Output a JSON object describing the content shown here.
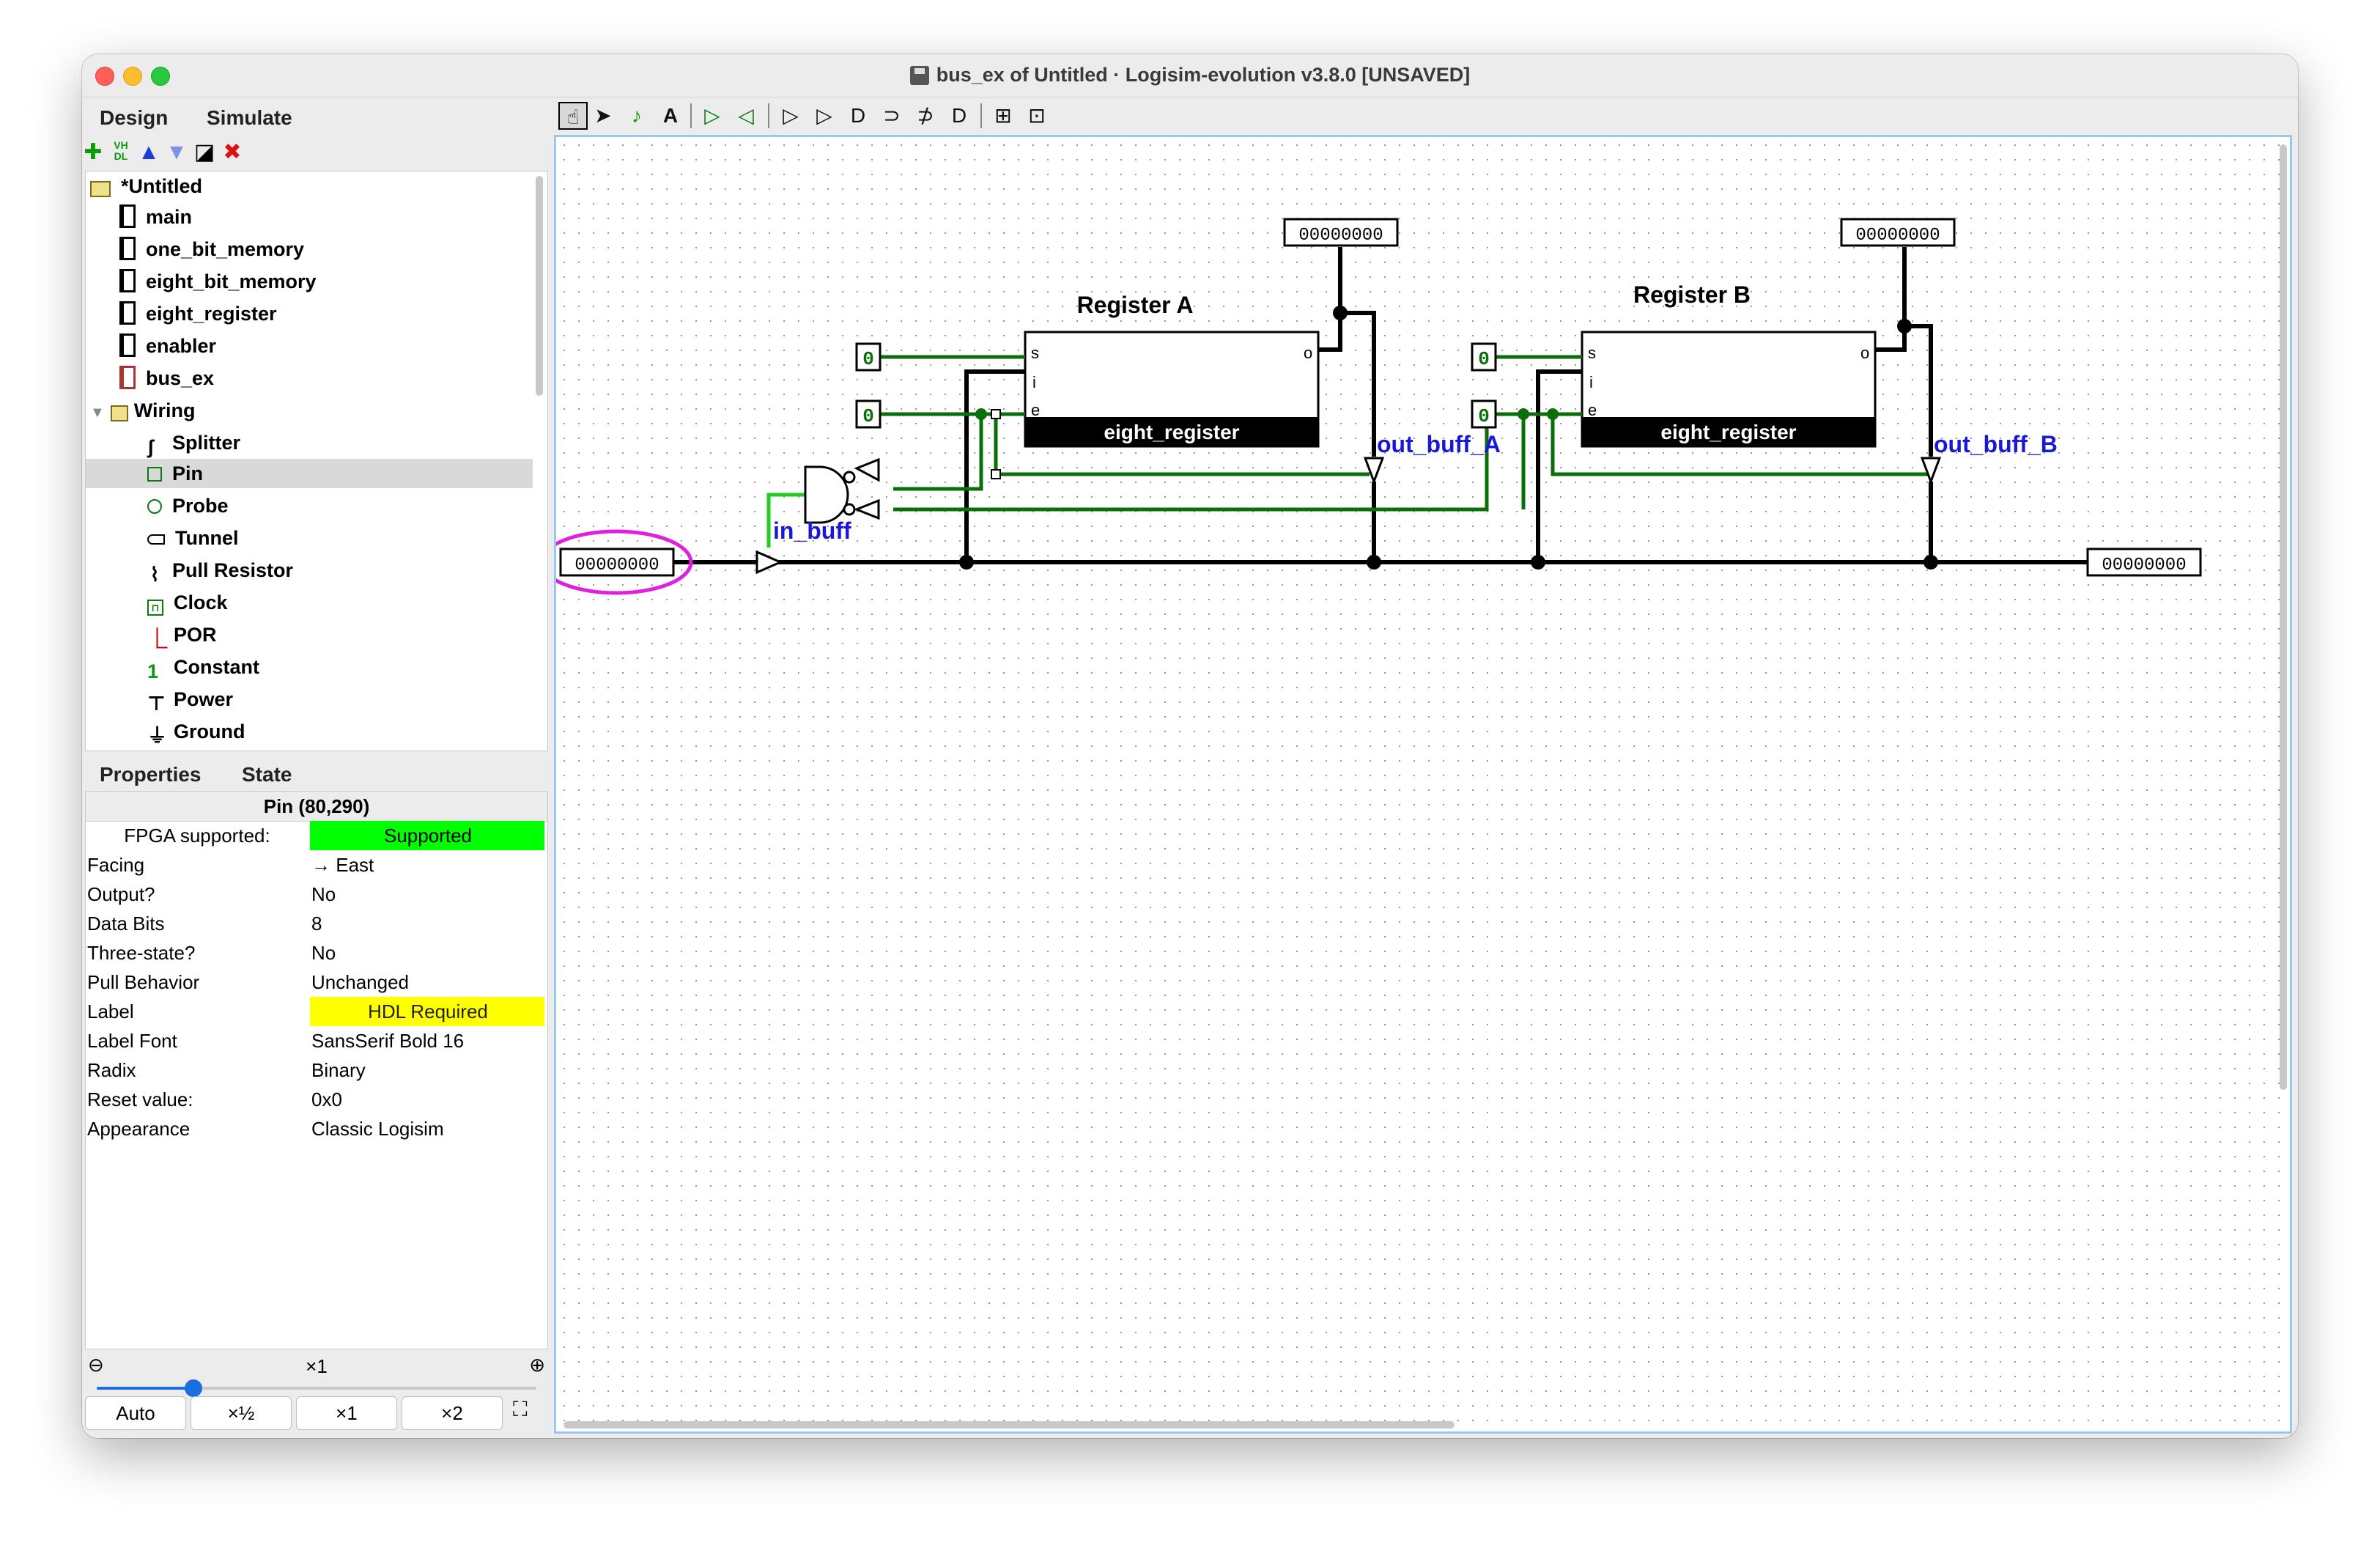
{
  "window": {
    "title": "bus_ex of Untitled · Logisim-evolution v3.8.0 [UNSAVED]"
  },
  "left_tabs": {
    "design": "Design",
    "simulate": "Simulate"
  },
  "toolbar_icons": [
    "add-circuit-icon",
    "vhdl-icon",
    "move-up-icon",
    "move-down-icon",
    "edit-appearance-icon",
    "delete-icon"
  ],
  "vhdl_label": "VH DL",
  "tree": {
    "project": "*Untitled",
    "circuits": [
      "main",
      "one_bit_memory",
      "eight_bit_memory",
      "eight_register",
      "enabler",
      "bus_ex"
    ],
    "library": "Wiring",
    "wiring_items": [
      "Splitter",
      "Pin",
      "Probe",
      "Tunnel",
      "Pull Resistor",
      "Clock",
      "POR",
      "Constant",
      "Power",
      "Ground"
    ],
    "selected": "Pin"
  },
  "props_tabs": {
    "properties": "Properties",
    "state": "State"
  },
  "properties": {
    "title": "Pin (80,290)",
    "rows": [
      {
        "key": "FPGA supported:",
        "value": "Supported",
        "style": "green"
      },
      {
        "key": "Facing",
        "value": "→ East",
        "style": ""
      },
      {
        "key": "Output?",
        "value": "No",
        "style": ""
      },
      {
        "key": "Data Bits",
        "value": "8",
        "style": ""
      },
      {
        "key": "Three-state?",
        "value": "No",
        "style": ""
      },
      {
        "key": "Pull Behavior",
        "value": "Unchanged",
        "style": ""
      },
      {
        "key": "Label",
        "value": "HDL Required",
        "style": "yellow"
      },
      {
        "key": "Label Font",
        "value": "SansSerif Bold 16",
        "style": ""
      },
      {
        "key": "Radix",
        "value": "Binary",
        "style": ""
      },
      {
        "key": "Reset value:",
        "value": "0x0",
        "style": ""
      },
      {
        "key": "Appearance",
        "value": "Classic Logisim",
        "style": ""
      }
    ]
  },
  "zoom": {
    "level_label": "×1",
    "slider_fraction": 0.22,
    "buttons": [
      "Auto",
      "×½",
      "×1",
      "×2"
    ]
  },
  "canvas_tools": [
    "hand-poke-icon",
    "select-arrow-icon",
    "wiring-icon",
    "text-icon",
    "input-pin-icon",
    "output-pin-icon",
    "buffer-icon",
    "not-gate-icon",
    "and-gate-icon",
    "or-gate-icon",
    "xor-gate-icon",
    "nand-gate-icon",
    "splitter-icon",
    "clock-icon"
  ],
  "text_tool": "A",
  "circuit": {
    "register_a_title": "Register A",
    "register_b_title": "Register B",
    "register_block_label": "eight_register",
    "port_s": "s",
    "port_i": "i",
    "port_e": "e",
    "port_o": "o",
    "pin_value": "00000000",
    "control_value": "0",
    "label_in_buff": "in_buff",
    "label_out_buff_a": "out_buff_A",
    "label_out_buff_b": "out_buff_B"
  }
}
